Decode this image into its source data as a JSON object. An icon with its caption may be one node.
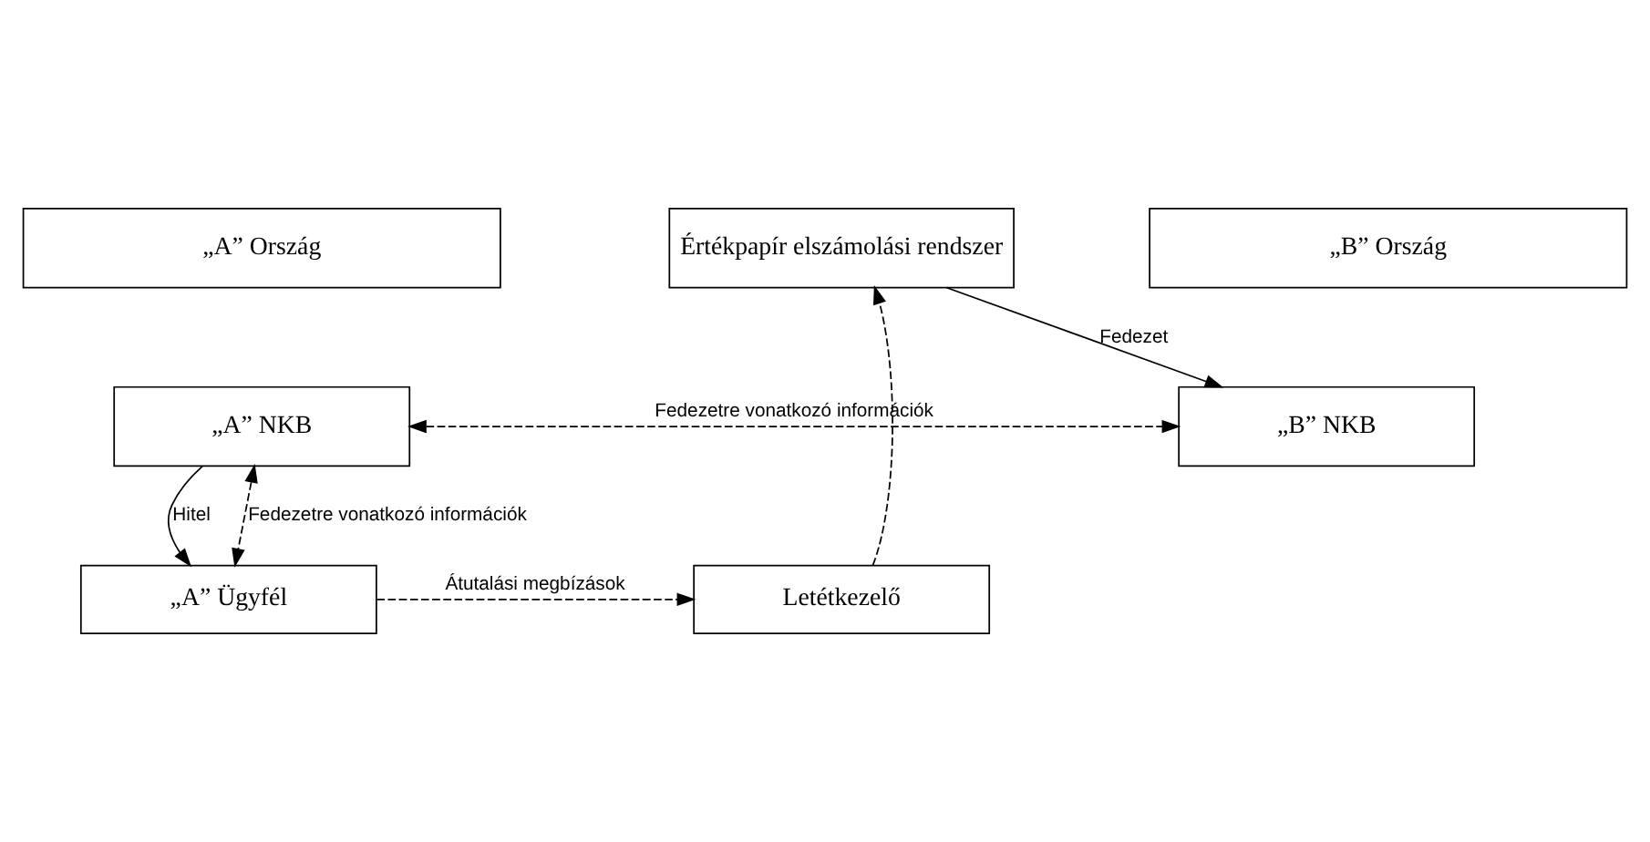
{
  "diagram": {
    "nodes": [
      {
        "text": [
          "„A” Ország"
        ]
      },
      {
        "text": [
          "„B” Ország"
        ]
      },
      {
        "text": [
          "„A” NKB"
        ]
      },
      {
        "text": [
          "„B” NKB"
        ]
      },
      {
        "text": [
          "Értékpapír elszámolási rendszer"
        ]
      },
      {
        "text": [
          "„A” Ügyfél"
        ]
      },
      {
        "text": [
          "Letétkezelő"
        ]
      }
    ],
    "edges": [
      {
        "from": 2,
        "to": 3,
        "arrow": "both",
        "style": "dashed",
        "label": "Fedezetre vonatkozó információk"
      },
      {
        "from": 2,
        "to": 5,
        "arrow": "both",
        "style": "dashed",
        "label": "Fedezetre vonatkozó információk"
      },
      {
        "from": 2,
        "to": 5,
        "arrow": "to",
        "label": "Hitel"
      },
      {
        "from": 4,
        "to": 3,
        "arrow": "to",
        "label": "Fedezet"
      },
      {
        "from": 6,
        "to": 4,
        "arrow": "to",
        "style": "dashed"
      },
      {
        "from": 5,
        "to": 6,
        "arrow": "to",
        "style": "dashed",
        "label": "Átutalási megbízások"
      }
    ]
  }
}
